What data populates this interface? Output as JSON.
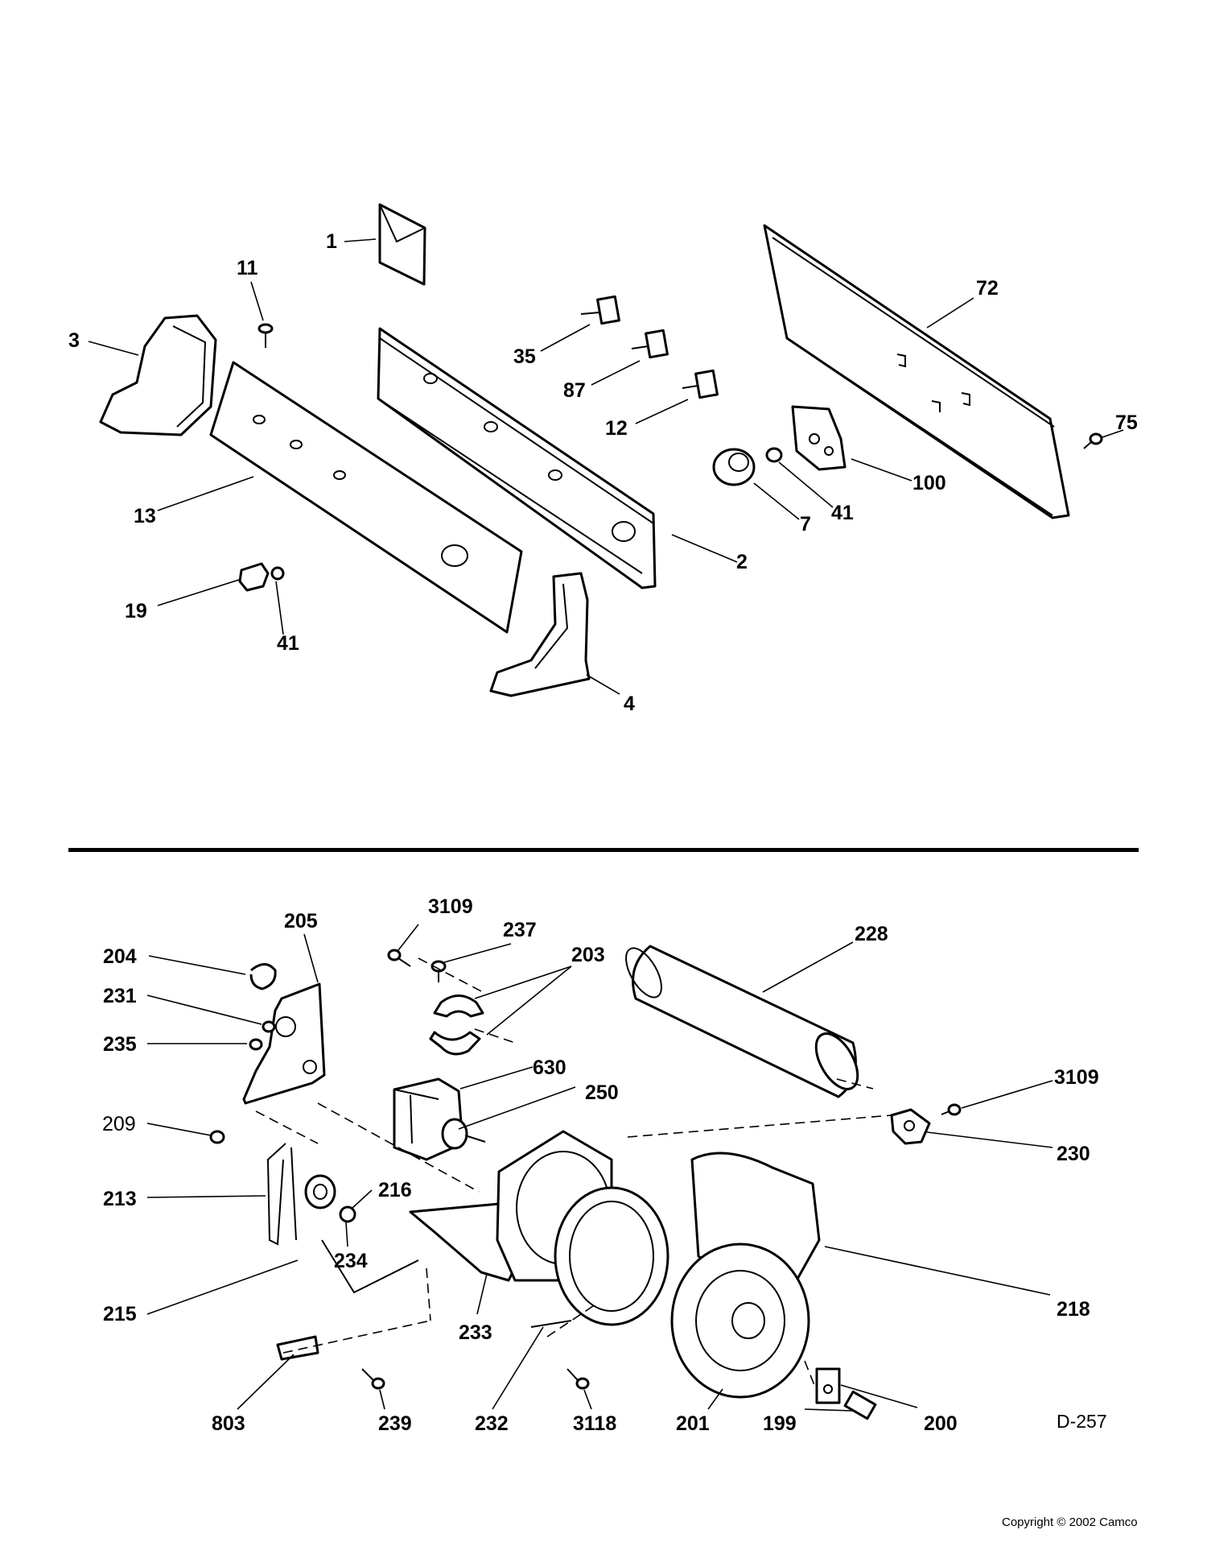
{
  "callouts": {
    "c1": "1",
    "c11": "11",
    "c3": "3",
    "c35": "35",
    "c87": "87",
    "c12": "12",
    "c72": "72",
    "c75": "75",
    "c100": "100",
    "c41a": "41",
    "c7": "7",
    "c13": "13",
    "c2": "2",
    "c19": "19",
    "c41b": "41",
    "c4": "4",
    "c205": "205",
    "c3109a": "3109",
    "c237": "237",
    "c203": "203",
    "c228": "228",
    "c204": "204",
    "c231": "231",
    "c235": "235",
    "c630": "630",
    "c250": "250",
    "c3109b": "3109",
    "c209": "209",
    "c230": "230",
    "c213": "213",
    "c216": "216",
    "c234": "234",
    "c218": "218",
    "c215": "215",
    "c233": "233",
    "c803": "803",
    "c239": "239",
    "c232": "232",
    "c3118": "3118",
    "c201": "201",
    "c199": "199",
    "c200": "200"
  },
  "drawing_id": "D-257",
  "copyright": "Copyright © 2002 Camco"
}
